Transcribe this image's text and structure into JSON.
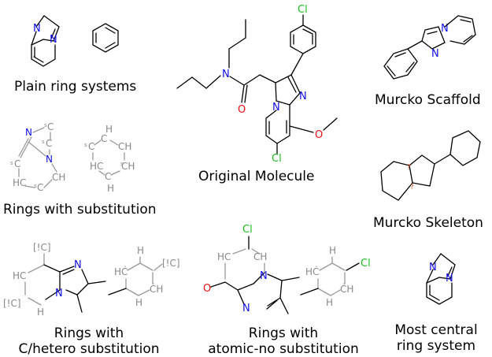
{
  "panels": {
    "plain_ring_systems": "Plain ring systems",
    "original_molecule": "Original Molecule",
    "murcko_scaffold": "Murcko Scaffold",
    "rings_with_substitution": "Rings with substitution",
    "murcko_skeleton": "Murcko Skeleton",
    "rings_c_hetero_line1": "Rings with",
    "rings_c_hetero_line2": "C/hetero substitution",
    "rings_atomic_no_line1": "Rings with",
    "rings_atomic_no_line2": "atomic-no substitution",
    "most_central_line1": "Most central",
    "most_central_line2": "ring system"
  },
  "atom_labels": {
    "N": "N",
    "O": "O",
    "Cl": "Cl",
    "C": "C",
    "CH": "CH",
    "HC": "HC",
    "H": "H",
    "HC_dot": "HĊ",
    "CH_dot": "ĊH",
    "C_sub": "[!C]",
    "s": "s",
    "q": "?"
  },
  "colors": {
    "nitrogen": "#1010e8",
    "chlorine": "#1fbd1f",
    "oxygen": "#e81010",
    "query_atom": "#888888",
    "stereo_mark": "#e05020"
  }
}
